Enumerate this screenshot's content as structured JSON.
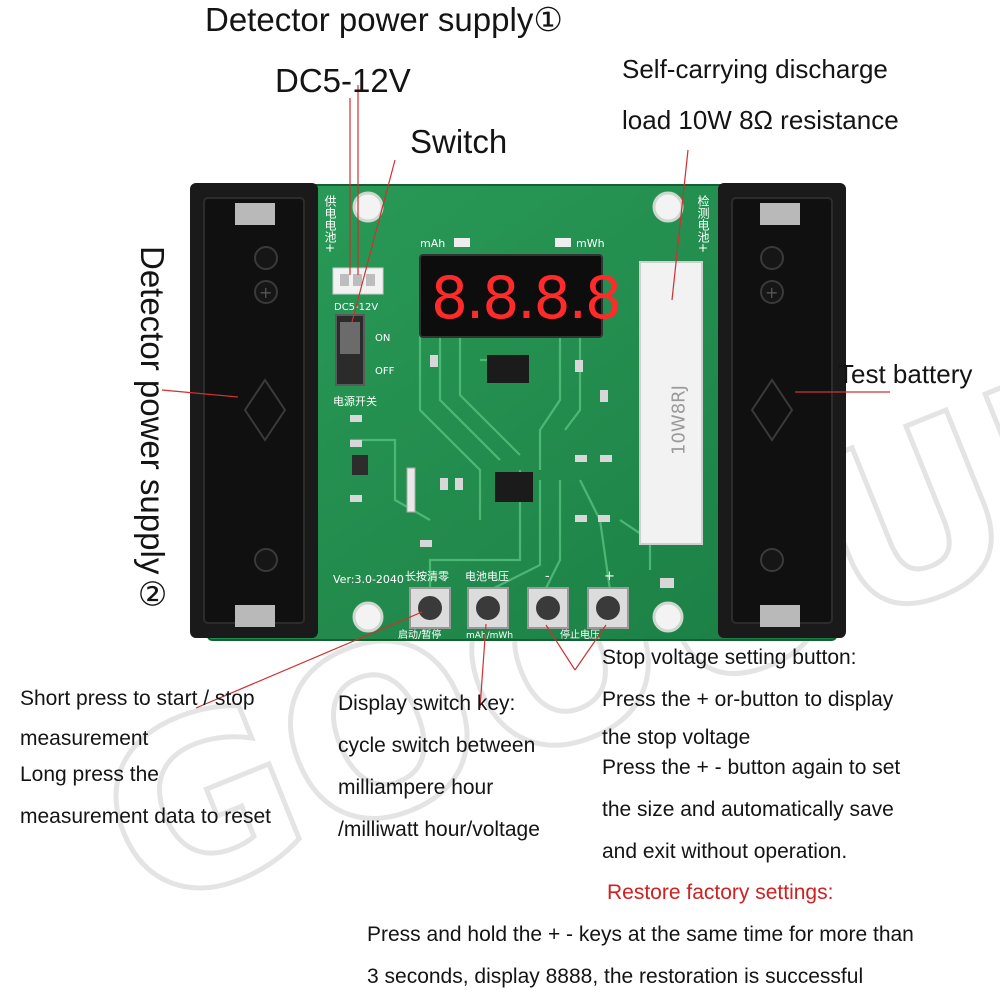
{
  "callouts": {
    "detector_power_1": "Detector power supply①",
    "dc_voltage": "DC5-12V",
    "switch": "Switch",
    "load_line1": "Self-carrying discharge",
    "load_line2": "load 10W 8Ω resistance",
    "detector_power_2": "Detector power supply②",
    "test_battery": "Test battery",
    "start_stop": [
      "Short press to start / stop",
      "measurement",
      "Long press the",
      "measurement data to reset"
    ],
    "display_switch": [
      "Display switch key:",
      "cycle switch between",
      "milliampere hour",
      "/milliwatt hour/voltage"
    ],
    "stop_voltage": [
      "Stop voltage setting button:",
      "Press the + or-button to display",
      "the stop voltage",
      "Press the + - button again to set",
      "the size and automatically save",
      "and exit without operation."
    ],
    "restore_title": "Restore factory settings:",
    "restore_body": [
      "Press and hold the + - keys at the same time for more than",
      "3 seconds, display 8888, the restoration is successful"
    ]
  },
  "board": {
    "display_value": "8.8.8.8",
    "mah_label": "mAh",
    "mwh_label": "mWh",
    "connector_label": "DC5-12V",
    "switch_on": "ON",
    "switch_off": "OFF",
    "resistor_text": "10W8RJ",
    "version": "Ver:3.0-2040",
    "power_battery_label": "供电电池+",
    "test_battery_label": "检测电池+",
    "power_switch_label": "电源开关",
    "button_labels_top": [
      "长按清零",
      "电池电压",
      "-",
      "+"
    ],
    "button_labels_bottom": [
      "启动/暂停",
      "mAh/mWh",
      "",
      "停止电压"
    ]
  },
  "watermark": "GOOUUE",
  "colors": {
    "pcb": "#1f8a4c",
    "pcb_dark": "#176d3b",
    "holder": "#1a1a1a",
    "display_red": "#ff2b2b",
    "restore_red": "#d02020"
  }
}
